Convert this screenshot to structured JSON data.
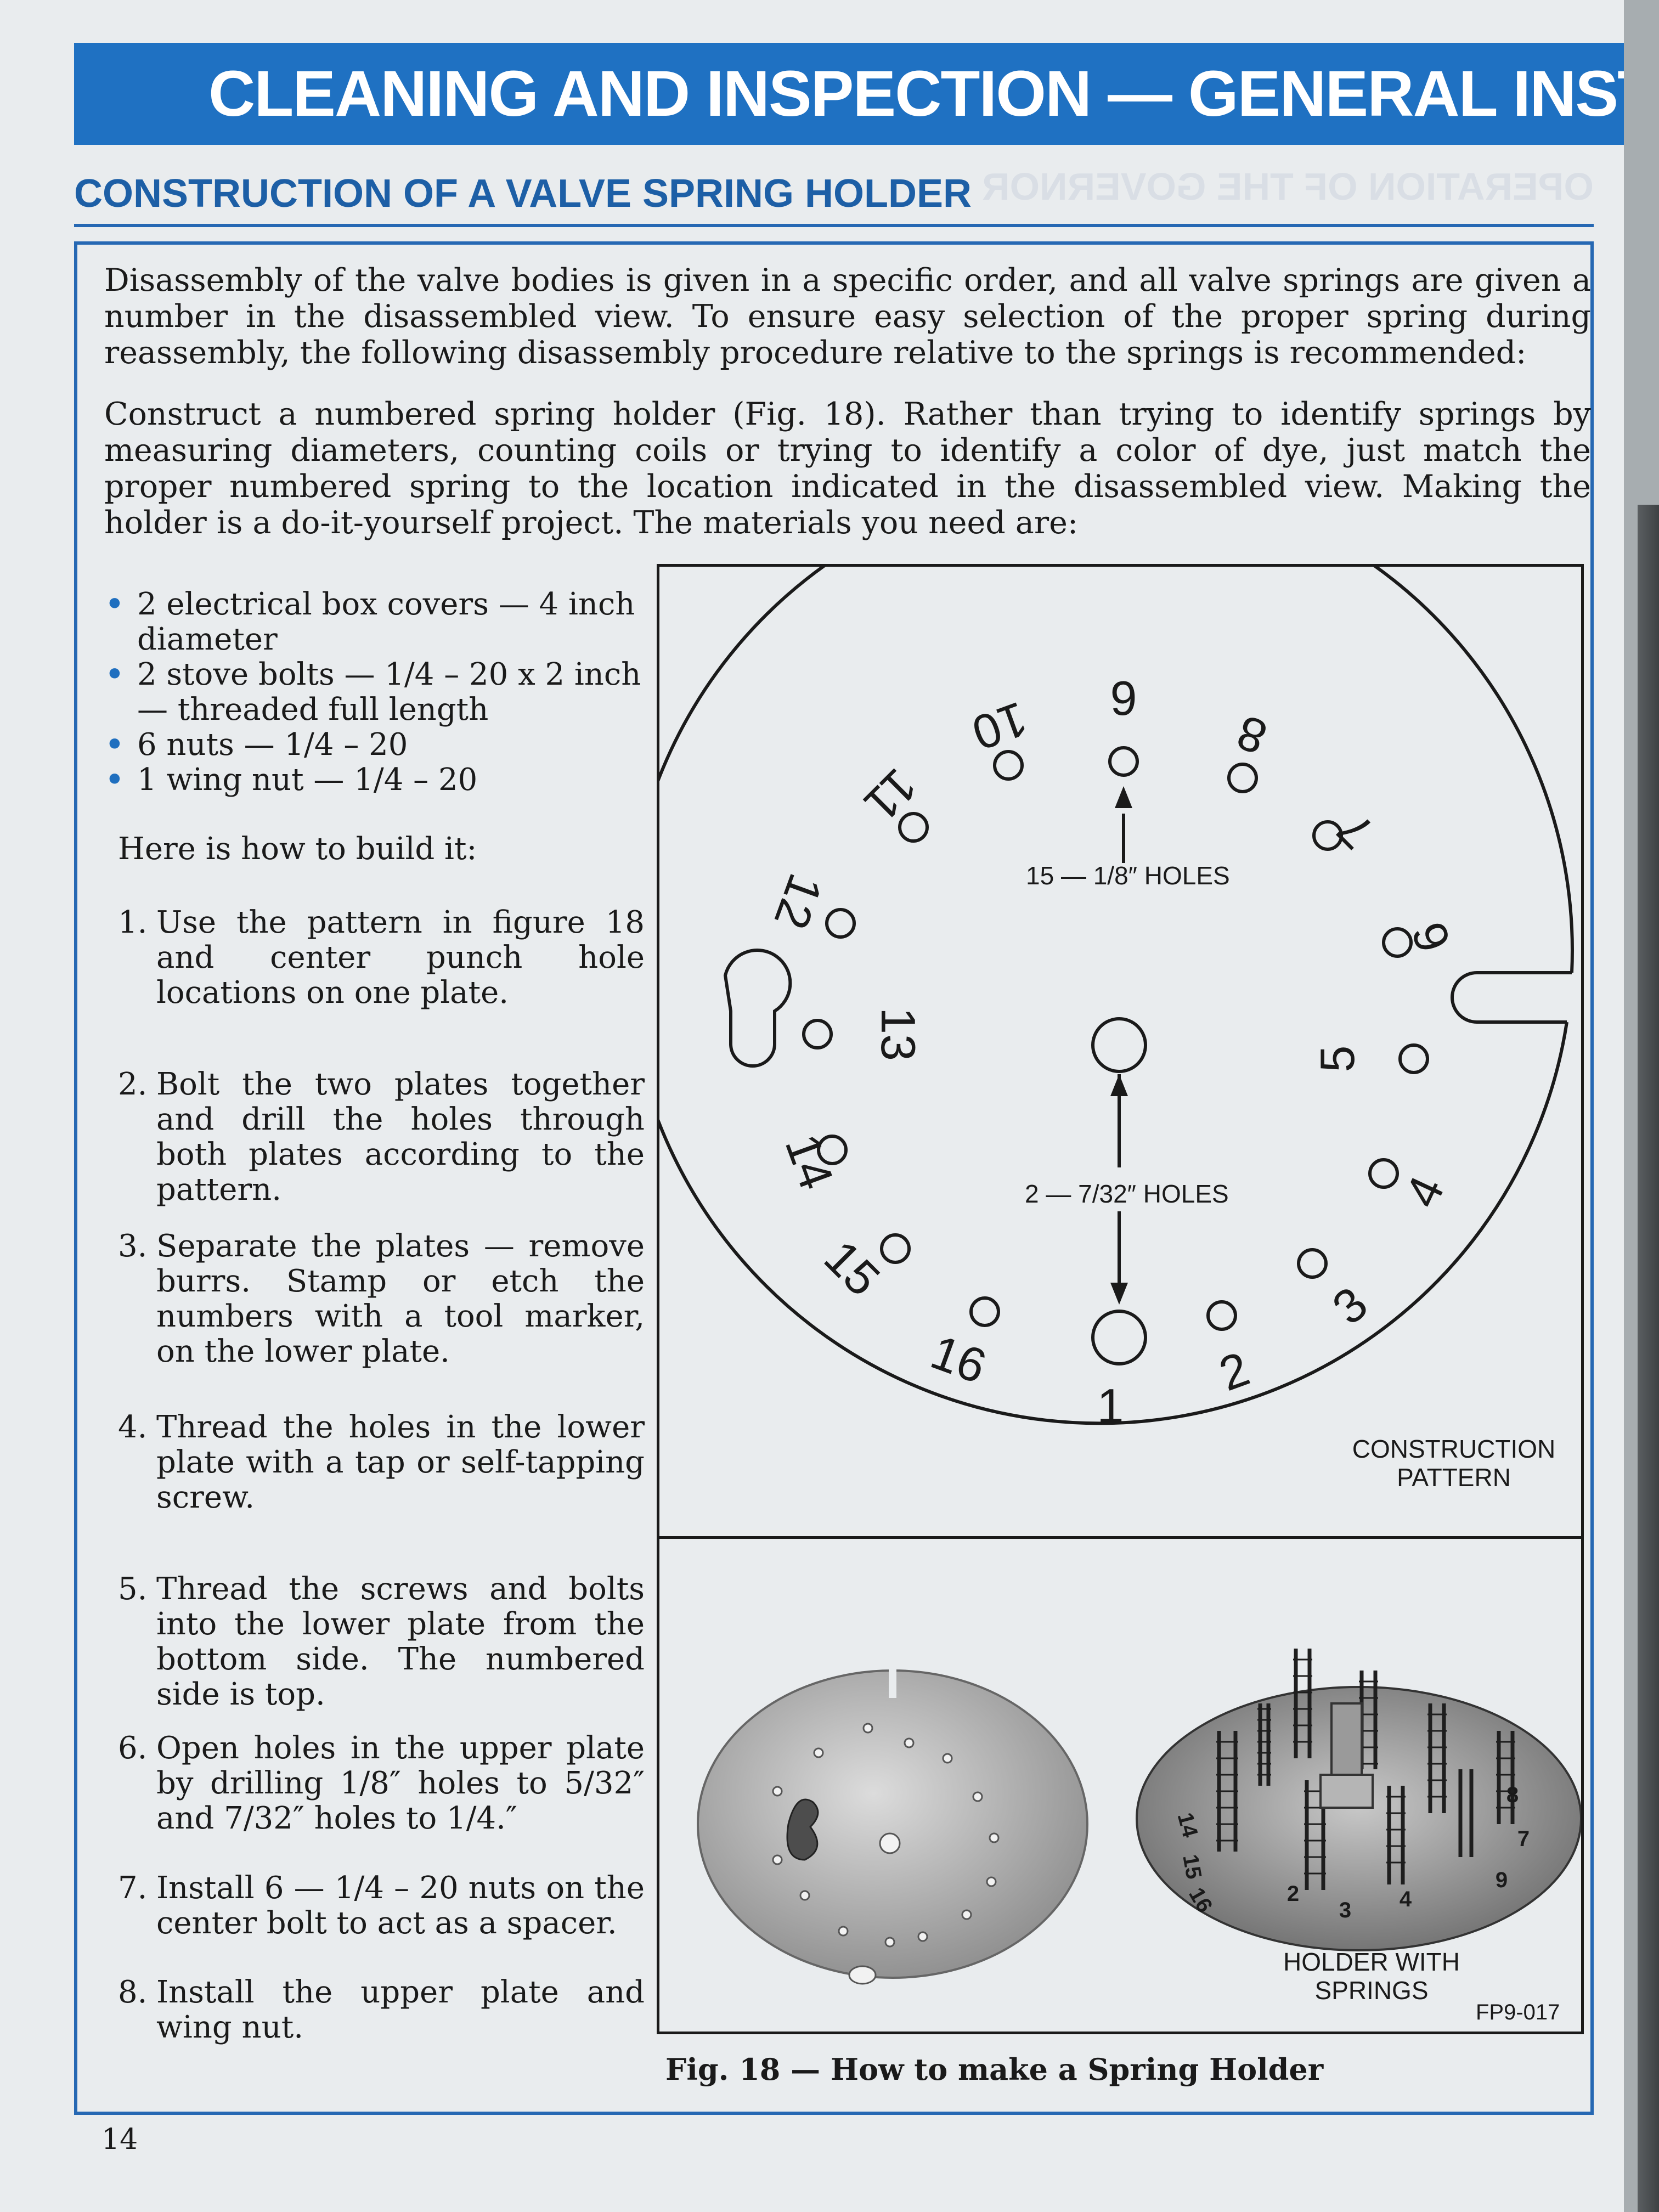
{
  "header": {
    "title": "CLEANING AND INSPECTION — GENERAL INSTRUCTIONS"
  },
  "section": {
    "title": "CONSTRUCTION OF A VALVE SPRING HOLDER"
  },
  "intro": {
    "p1": "Disassembly of the valve bodies is given in a specific order, and all valve springs are given a number in the disassembled view. To ensure easy selection of the proper spring during reassembly, the following disassembly procedure relative to the springs is recommended:",
    "p2": "Construct a numbered spring holder (Fig. 18). Rather than trying to identify springs by measuring diameters, counting coils or trying to identify a color of dye, just match the proper numbered spring to the location indicated in the disassembled view. Making the holder is a do-it-yourself project. The materials you need are:"
  },
  "materials": [
    "2 electrical box covers — 4 inch diameter",
    "2 stove bolts — 1/4 – 20 x 2 inch — threaded full length",
    "6 nuts — 1/4 – 20",
    "1 wing nut — 1/4 – 20"
  ],
  "howto": "Here is how to build it:",
  "steps": [
    {
      "num": "1.",
      "text": "Use the pattern in figure 18 and center punch hole locations on one plate."
    },
    {
      "num": "2.",
      "text": "Bolt the two plates together and drill the holes through both plates according to the pattern."
    },
    {
      "num": "3.",
      "text": "Separate the plates — remove burrs. Stamp or etch the numbers with a tool marker, on the lower plate."
    },
    {
      "num": "4.",
      "text": "Thread the holes in the lower plate with a tap or self-tapping screw."
    },
    {
      "num": "5.",
      "text": "Thread the screws and bolts into the lower plate from the bottom side. The numbered side is top."
    },
    {
      "num": "6.",
      "text": "Open holes in the upper plate by drilling 1/8″ holes to 5/32″ and 7/32″ holes to 1/4.″"
    },
    {
      "num": "7.",
      "text": "Install 6 — 1/4 – 20 nuts on the center bolt to act as a spacer."
    },
    {
      "num": "8.",
      "text": "Install the upper plate and wing nut."
    }
  ],
  "figure": {
    "small_holes_label": "15 — 1/8″ HOLES",
    "large_holes_label": "2 — 7/32″ HOLES",
    "pattern_label_1": "CONSTRUCTION",
    "pattern_label_2": "PATTERN",
    "holder_label_1": "HOLDER WITH",
    "holder_label_2": "SPRINGS",
    "code": "FP9-017",
    "hole_numbers": [
      "1",
      "2",
      "3",
      "4",
      "5",
      "6",
      "7",
      "8",
      "9",
      "10",
      "11",
      "12",
      "13",
      "14",
      "15",
      "16"
    ],
    "photo_numbers": [
      "2",
      "3",
      "4",
      "7",
      "8",
      "9",
      "14",
      "15",
      "16"
    ],
    "caption": "Fig. 18 — How to make a Spring Holder"
  },
  "page_number": "14"
}
